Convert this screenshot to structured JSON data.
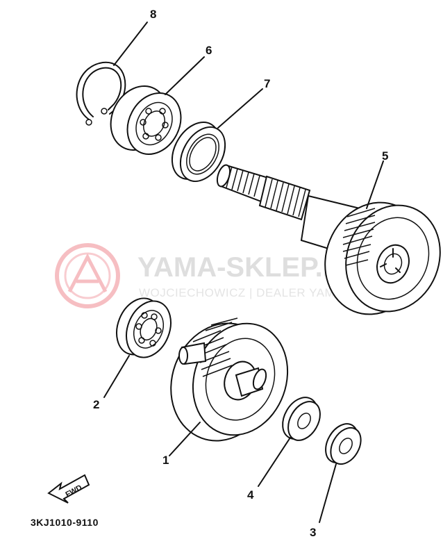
{
  "watermark": {
    "brand": "YAMA-SKLEP.PL",
    "subtitle": "WOJCIECHOWICZ | DEALER YAMAHA"
  },
  "diagram_code": "3KJ1010-9110",
  "fwd_label": "FWD",
  "parts": [
    {
      "number": "1"
    },
    {
      "number": "2"
    },
    {
      "number": "3"
    },
    {
      "number": "4"
    },
    {
      "number": "5"
    },
    {
      "number": "6"
    },
    {
      "number": "7"
    },
    {
      "number": "8"
    }
  ],
  "colors": {
    "line": "#111111",
    "watermark_logo": "#f2a0a6",
    "watermark_text": "#d9d9d9"
  }
}
